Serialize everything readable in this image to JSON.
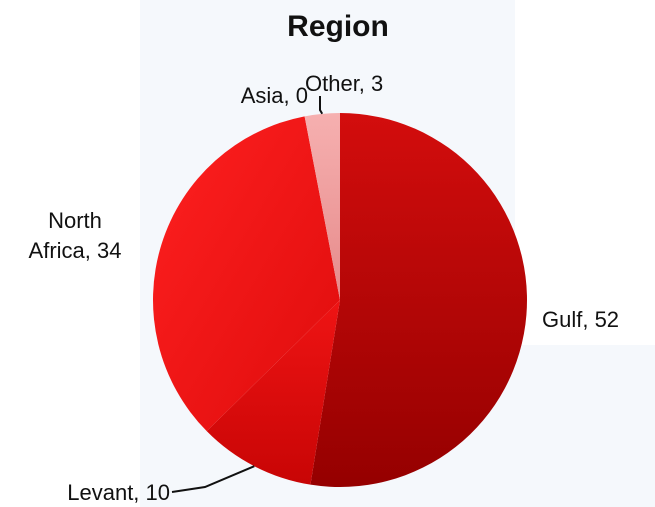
{
  "chart_data": {
    "type": "pie",
    "title": "Region",
    "slices": [
      {
        "label": "Gulf",
        "value": 52,
        "text": "Gulf, 52",
        "color": "#b80000"
      },
      {
        "label": "Levant",
        "value": 10,
        "text": "Levant, 10",
        "color": "#e40e0e"
      },
      {
        "label": "North Africa",
        "value": 34,
        "text_lines": [
          "North",
          "Africa, 34"
        ],
        "color": "#f21414"
      },
      {
        "label": "Asia",
        "value": 0,
        "text": "Asia, 0",
        "color": "#f03030"
      },
      {
        "label": "Other",
        "value": 3,
        "text": "Other, 3",
        "color": "#f4a0a0"
      }
    ],
    "start": "12 o'clock",
    "direction": "clockwise",
    "legend": "none"
  }
}
